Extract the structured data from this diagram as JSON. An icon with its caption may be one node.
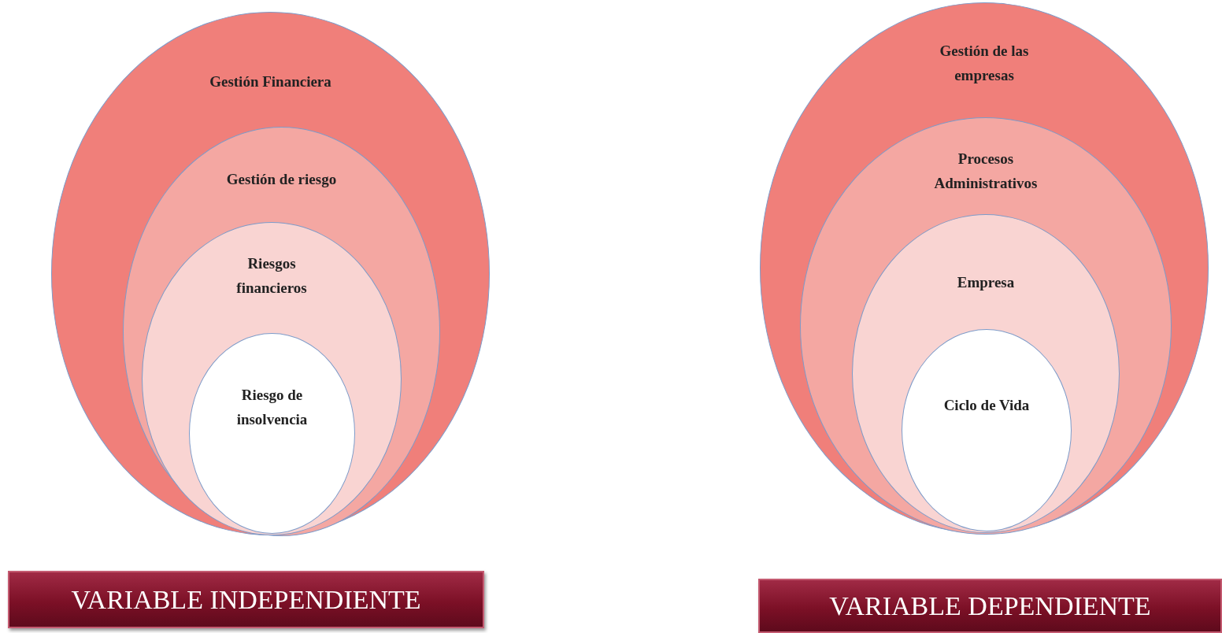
{
  "diagram": {
    "nodes": [
      {
        "text": [
          "Gestión Financiera"
        ]
      },
      {
        "text": [
          "Gestión de riesgo"
        ],
        "in": 0
      },
      {
        "text": [
          "Riesgos financieros"
        ],
        "in": 1
      },
      {
        "text": [
          "Riesgo de insolvencia"
        ],
        "in": 2
      },
      {
        "text": [
          "Gestión de las empresas"
        ]
      },
      {
        "text": [
          "Procesos Administrativos"
        ],
        "in": 4
      },
      {
        "text": [
          "Empresa"
        ],
        "in": 5
      },
      {
        "text": [
          "Ciclo de Vida"
        ],
        "in": 6
      },
      {
        "text": [
          "VARIABLE INDEPENDIENTE"
        ]
      },
      {
        "text": [
          "VARIABLE DEPENDIENTE"
        ]
      }
    ],
    "edges": []
  }
}
